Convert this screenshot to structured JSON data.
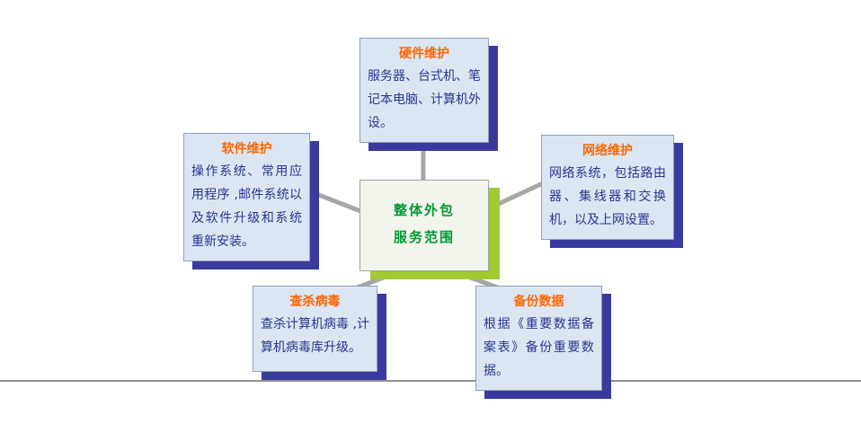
{
  "diagram": {
    "center": {
      "line1": "整体外包",
      "line2": "服务范围"
    },
    "nodes": [
      {
        "id": "hardware",
        "title": "硬件维护",
        "body": "服务器、台式机、笔记本电脑、计算机外设。"
      },
      {
        "id": "software",
        "title": "软件维护",
        "body": "操作系统、常用应用程序 ,邮件系统以及软件升级和系统重新安装。"
      },
      {
        "id": "network",
        "title": "网络维护",
        "body": "网络系统，包括路由器、集线器和交换机，以及上网设置。"
      },
      {
        "id": "virus",
        "title": "查杀病毒",
        "body": "查杀计算机病毒 ,计算机病毒库升级。"
      },
      {
        "id": "backup",
        "title": "备份数据",
        "body": "根据《重要数据备案表》备份重要数据。"
      }
    ],
    "colors": {
      "node_fill": "#dce6f2",
      "node_shadow": "#3a3a9e",
      "title_text": "#ff6600",
      "body_text": "#283593",
      "center_fill": "#f2f5ec",
      "center_shadow": "#a2c832",
      "center_text": "#009933",
      "connector": "#a6a6a6"
    }
  }
}
